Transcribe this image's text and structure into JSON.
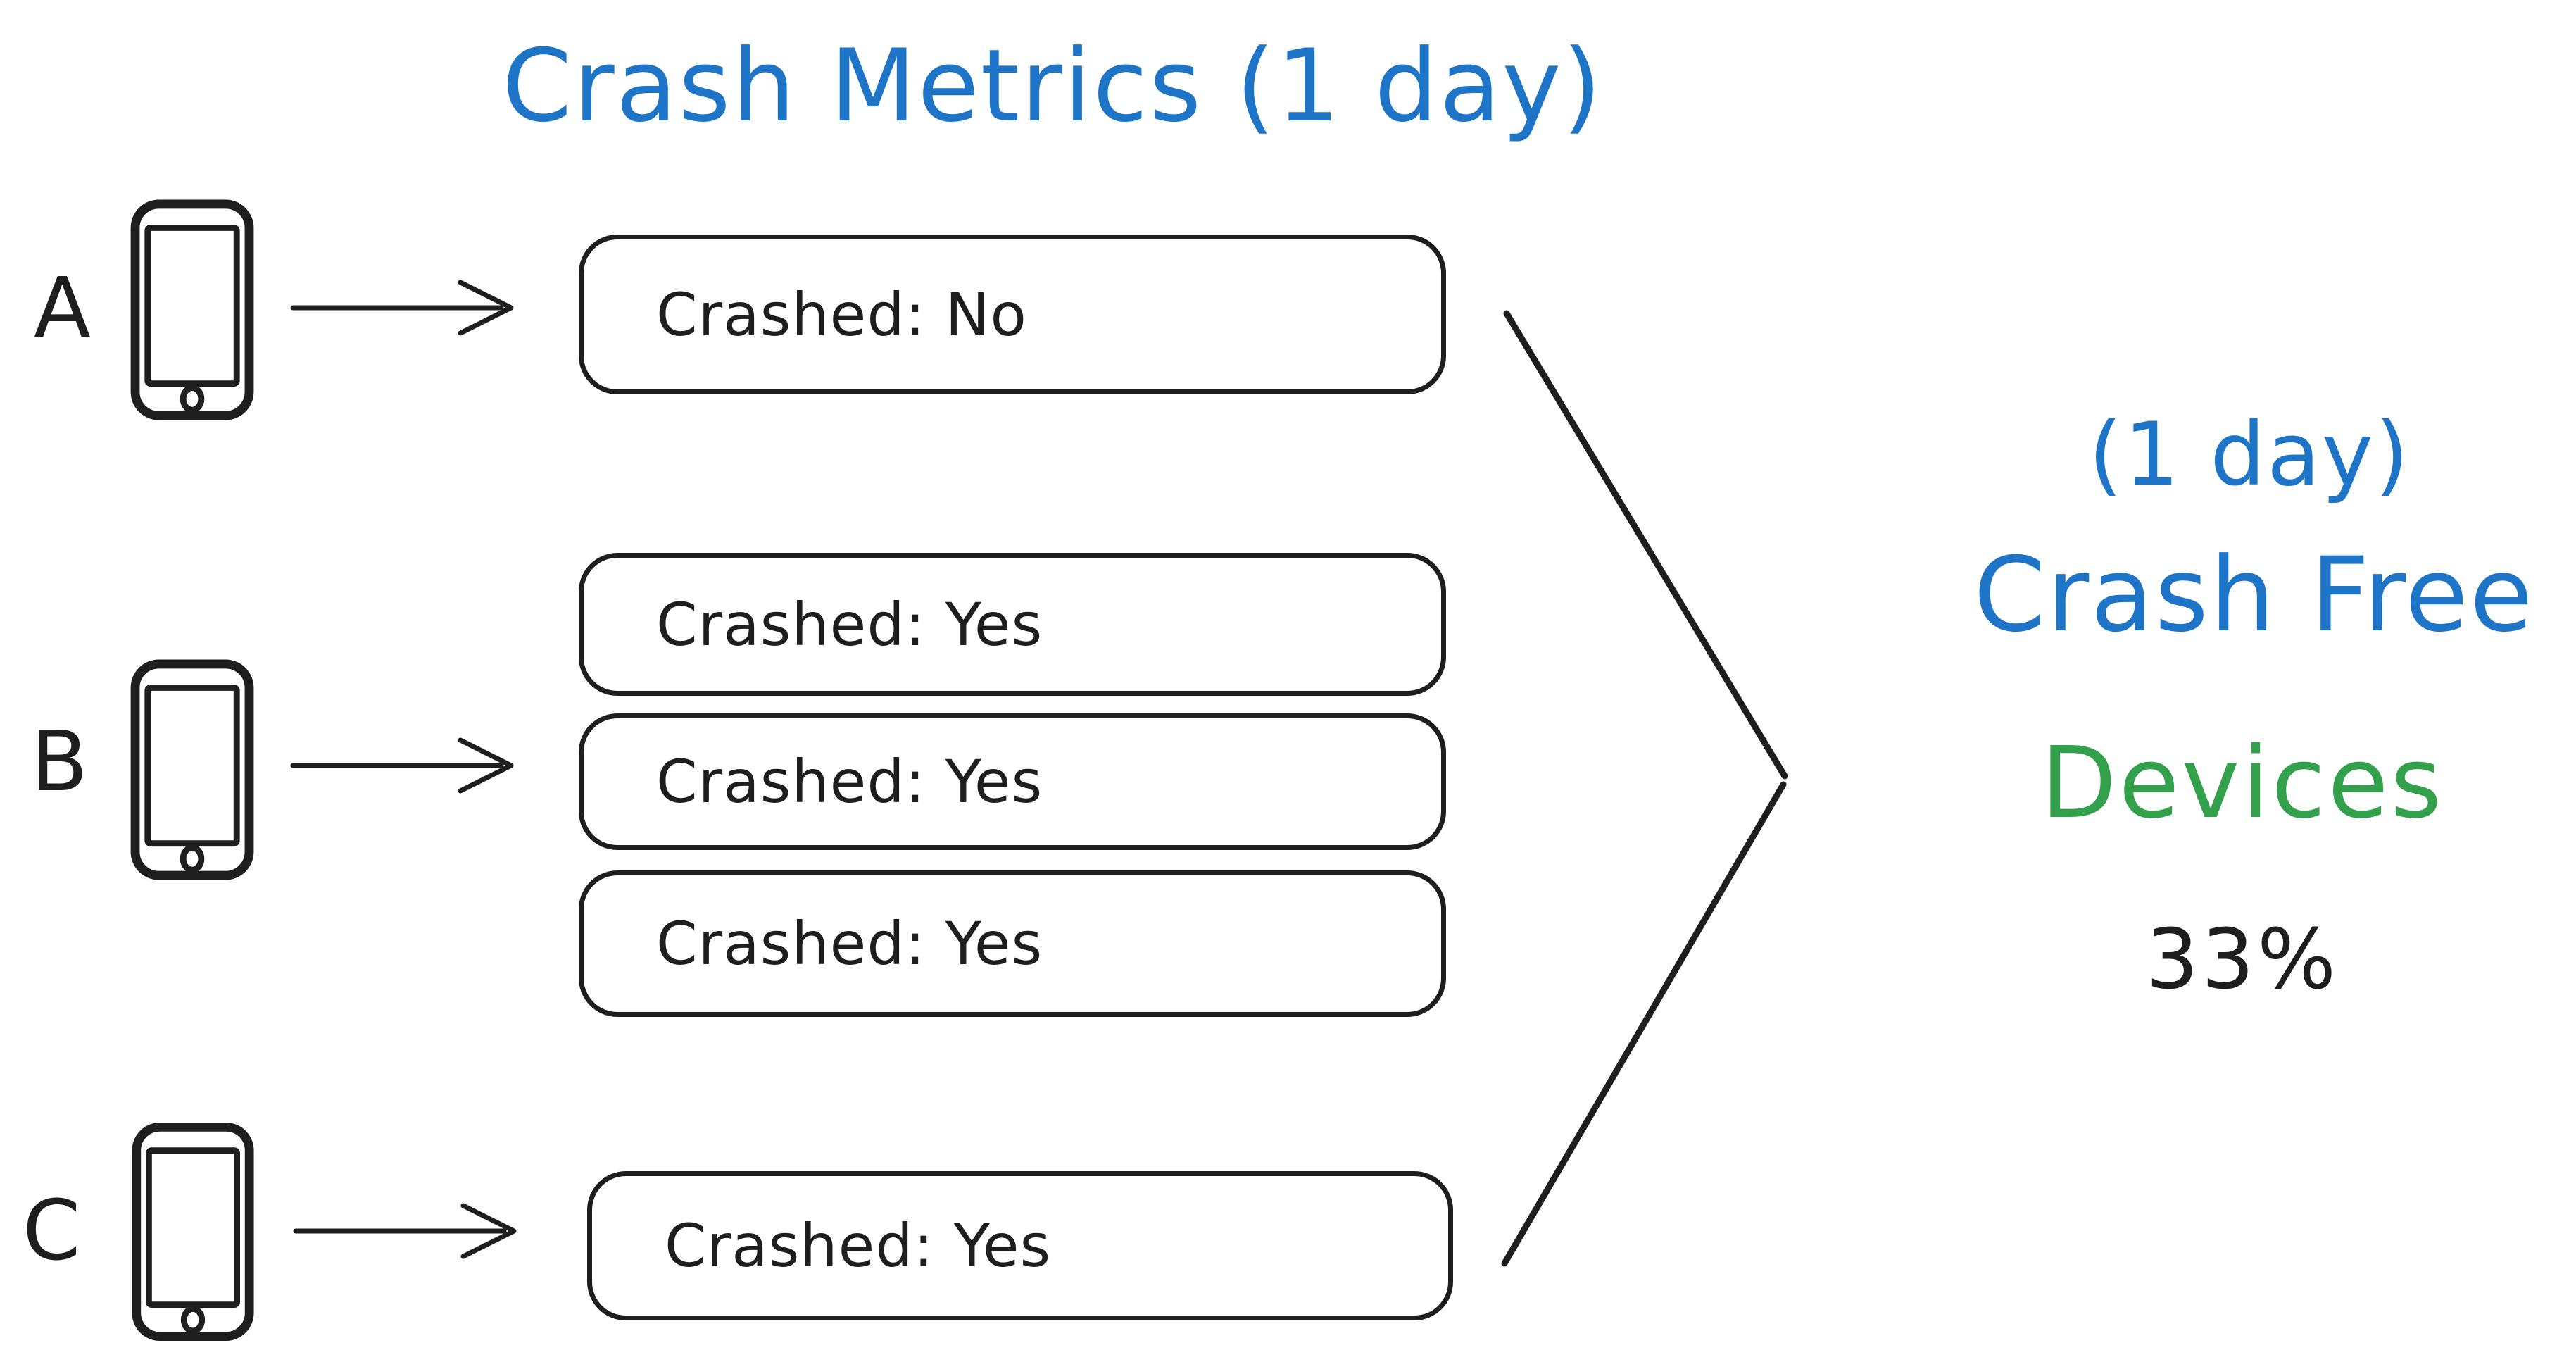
{
  "colors": {
    "blue": "#1e75c8",
    "green": "#33a04b",
    "ink": "#1e1e1e",
    "background": "#ffffff"
  },
  "title": {
    "text": "Crash Metrics (1 day)"
  },
  "devices": [
    {
      "label": "A",
      "events": [
        "Crashed: No"
      ]
    },
    {
      "label": "B",
      "events": [
        "Crashed: Yes",
        "Crashed: Yes",
        "Crashed: Yes"
      ]
    },
    {
      "label": "C",
      "events": [
        "Crashed: Yes"
      ]
    }
  ],
  "result": {
    "period": "(1 day)",
    "metric": "Crash Free",
    "subject": "Devices",
    "value": "33%"
  },
  "icons": {
    "device": "smartphone-icon",
    "flow": "right-arrow-icon",
    "merge": "converge-chevron-icon"
  }
}
